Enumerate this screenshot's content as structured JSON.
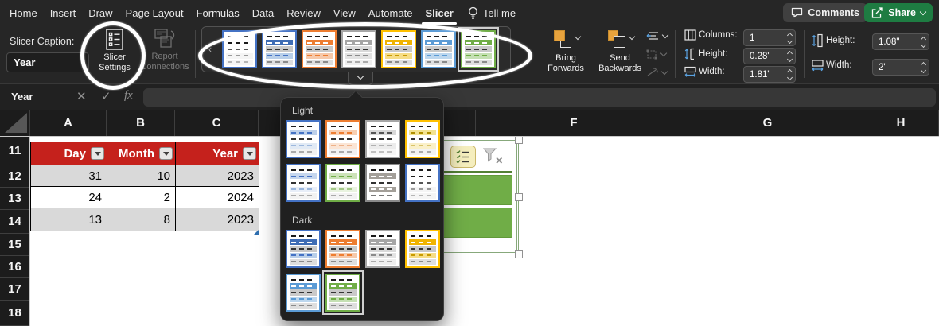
{
  "menubar": {
    "tabs": [
      "Home",
      "Insert",
      "Draw",
      "Page Layout",
      "Formulas",
      "Data",
      "Review",
      "View",
      "Automate",
      "Slicer"
    ],
    "active_tab": "Slicer",
    "tell_me_label": "Tell me",
    "comments_label": "Comments",
    "share_label": "Share"
  },
  "ribbon": {
    "slicer_caption_label": "Slicer Caption:",
    "slicer_caption_value": "Year",
    "slicer_settings_label": "Slicer Settings",
    "report_connections_label": "Report Connections",
    "bring_forwards_label": "Bring Forwards",
    "send_backwards_label": "Send Backwards",
    "layout_fields": [
      {
        "label": "Columns:",
        "value": "1"
      },
      {
        "label": "Height:",
        "value": "0.28\""
      },
      {
        "label": "Width:",
        "value": "1.81\""
      }
    ],
    "size_fields": [
      {
        "label": "Height:",
        "value": "1.08\""
      },
      {
        "label": "Width:",
        "value": "2\""
      }
    ]
  },
  "formula_bar": {
    "name_box_value": "Year",
    "fx_label": "fx"
  },
  "style_gallery": {
    "ribbon_items": [
      "white-blue",
      "dark-blue",
      "dark-orange",
      "dark-gray",
      "dark-yellow",
      "dark-lightblue",
      "dark-green"
    ],
    "ribbon_selected_index": 6,
    "panel": {
      "light_label": "Light",
      "dark_label": "Dark",
      "light_items": [
        "light-blue",
        "light-orange",
        "light-gray",
        "light-yellow",
        "light-blue-2",
        "light-green",
        "light-taupe",
        "white-blue"
      ],
      "dark_items": [
        "dark-blue",
        "dark-orange",
        "dark-gray",
        "dark-yellow",
        "dark-lightblue",
        "dark-green"
      ],
      "dark_selected_index": 5
    }
  },
  "style_defs": {
    "white-blue": {
      "border": "#4472C4",
      "rows": [
        [
          "#ffffff",
          "#1a1a1a"
        ],
        [
          "#ffffff",
          "#1a1a1a"
        ],
        [
          "#ffffff",
          "#555555"
        ],
        [
          "#f5f5f5",
          "#9a9a9a"
        ],
        [
          "#f5f5f5",
          "#b5b5b5"
        ]
      ]
    },
    "dark-blue": {
      "border": "#4472C4",
      "rows": [
        [
          "#ffffff",
          "#1a1a1a"
        ],
        [
          "#3f6db5",
          "#ffffff"
        ],
        [
          "#c9c9c9",
          "#333333"
        ],
        [
          "#b9cfe9",
          "#4472C4"
        ],
        [
          "#dedede",
          "#8a8a8a"
        ]
      ]
    },
    "dark-orange": {
      "border": "#ED7D31",
      "rows": [
        [
          "#ffffff",
          "#1a1a1a"
        ],
        [
          "#ED7D31",
          "#ffffff"
        ],
        [
          "#c9c9c9",
          "#333333"
        ],
        [
          "#f6c9ab",
          "#ED7D31"
        ],
        [
          "#dedede",
          "#8a8a8a"
        ]
      ]
    },
    "dark-gray": {
      "border": "#a6a6a6",
      "rows": [
        [
          "#ffffff",
          "#1a1a1a"
        ],
        [
          "#a6a6a6",
          "#ffffff"
        ],
        [
          "#d9d9d9",
          "#333333"
        ],
        [
          "#e3e3e3",
          "#8a8a8a"
        ],
        [
          "#efefef",
          "#aaaaaa"
        ]
      ]
    },
    "dark-yellow": {
      "border": "#FFC000",
      "rows": [
        [
          "#ffffff",
          "#1a1a1a"
        ],
        [
          "#f0b400",
          "#ffffff"
        ],
        [
          "#c9c9c9",
          "#333333"
        ],
        [
          "#f6dd87",
          "#c79a00"
        ],
        [
          "#dedede",
          "#8a8a8a"
        ]
      ]
    },
    "dark-lightblue": {
      "border": "#5B9BD5",
      "rows": [
        [
          "#ffffff",
          "#1a1a1a"
        ],
        [
          "#5B9BD5",
          "#ffffff"
        ],
        [
          "#c9c9c9",
          "#333333"
        ],
        [
          "#bdd7ee",
          "#5B9BD5"
        ],
        [
          "#dedede",
          "#8a8a8a"
        ]
      ]
    },
    "dark-green": {
      "border": "#70AD47",
      "rows": [
        [
          "#ffffff",
          "#1a1a1a"
        ],
        [
          "#70AD47",
          "#ffffff"
        ],
        [
          "#c9c9c9",
          "#333333"
        ],
        [
          "#c5e0b4",
          "#70AD47"
        ],
        [
          "#dedede",
          "#8a8a8a"
        ]
      ]
    },
    "light-blue": {
      "border": "#4472C4",
      "rows": [
        [
          "#ffffff",
          "#1a1a1a"
        ],
        [
          "#bdd0ea",
          "#4472C4"
        ],
        [
          "#ffffff",
          "#333333"
        ],
        [
          "#e1eaf5",
          "#9db8dd"
        ],
        [
          "#f2f2f2",
          "#aaaaaa"
        ]
      ]
    },
    "light-orange": {
      "border": "#ED7D31",
      "rows": [
        [
          "#ffffff",
          "#1a1a1a"
        ],
        [
          "#f8cfb2",
          "#ED7D31"
        ],
        [
          "#ffffff",
          "#333333"
        ],
        [
          "#fbe5d5",
          "#edb28a"
        ],
        [
          "#f2f2f2",
          "#aaaaaa"
        ]
      ]
    },
    "light-gray": {
      "border": "#a6a6a6",
      "rows": [
        [
          "#ffffff",
          "#1a1a1a"
        ],
        [
          "#d9d9d9",
          "#555555"
        ],
        [
          "#ffffff",
          "#333333"
        ],
        [
          "#ececec",
          "#b0b0b0"
        ],
        [
          "#f7f7f7",
          "#c0c0c0"
        ]
      ]
    },
    "light-yellow": {
      "border": "#FFC000",
      "rows": [
        [
          "#ffffff",
          "#1a1a1a"
        ],
        [
          "#f3e391",
          "#b08f00"
        ],
        [
          "#ffffff",
          "#333333"
        ],
        [
          "#faf0c8",
          "#d8c36a"
        ],
        [
          "#f2f2f2",
          "#aaaaaa"
        ]
      ]
    },
    "light-blue-2": {
      "border": "#4472C4",
      "rows": [
        [
          "#ffffff",
          "#1a1a1a"
        ],
        [
          "#c6d7ee",
          "#4472C4"
        ],
        [
          "#ffffff",
          "#333333"
        ],
        [
          "#e8eef8",
          "#9db8dd"
        ],
        [
          "#f2f2f2",
          "#aaaaaa"
        ]
      ]
    },
    "light-green": {
      "border": "#70AD47",
      "rows": [
        [
          "#ffffff",
          "#1a1a1a"
        ],
        [
          "#cde3b9",
          "#70AD47"
        ],
        [
          "#ffffff",
          "#333333"
        ],
        [
          "#e9f3e0",
          "#a5c98a"
        ],
        [
          "#f2f2f2",
          "#aaaaaa"
        ]
      ]
    },
    "light-taupe": {
      "border": "#8a8a8a",
      "rows": [
        [
          "#ffffff",
          "#1a1a1a"
        ],
        [
          "#a39f99",
          "#ffffff"
        ],
        [
          "#ffffff",
          "#333333"
        ],
        [
          "#a39f99",
          "#ffffff"
        ],
        [
          "#ffffff",
          "#777777"
        ]
      ]
    }
  },
  "sheet": {
    "column_headers": [
      "A",
      "B",
      "C",
      "F",
      "G",
      "H"
    ],
    "row_headers": [
      "11",
      "12",
      "13",
      "14",
      "15",
      "16",
      "17",
      "18"
    ],
    "table": {
      "headers": [
        "Day",
        "Month",
        "Year"
      ],
      "rows": [
        [
          "31",
          "10",
          "2023"
        ],
        [
          "24",
          "2",
          "2024"
        ],
        [
          "13",
          "8",
          "2023"
        ]
      ]
    }
  },
  "colors": {
    "table_header_red": "#C5211C",
    "slicer_item_green": "#70AD47",
    "slicer_border_green": "#538135",
    "share_button_green": "#1E7C42",
    "arrange_icon_orange": "#E8A33D"
  }
}
